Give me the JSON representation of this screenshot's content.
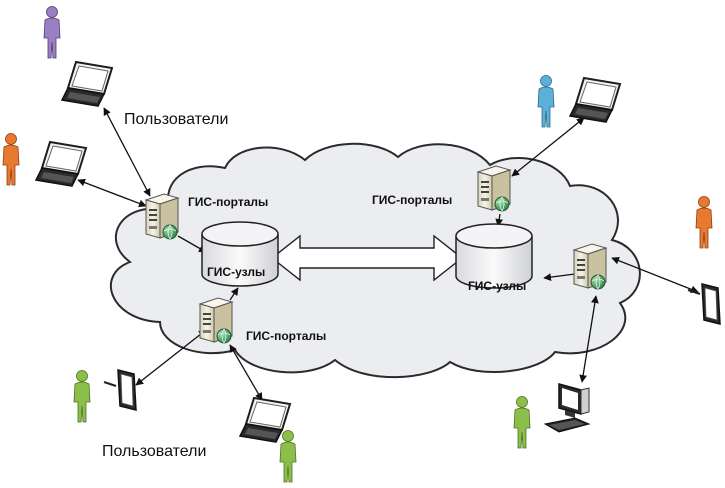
{
  "labels": {
    "portals_top_left": "ГИС-порталы",
    "portals_top_right": "ГИС-порталы",
    "portals_bottom": "ГИС-порталы",
    "nodes_left": "ГИС-узлы",
    "nodes_right": "ГИС-узлы",
    "users_top": "Пользователи",
    "users_bottom": "Пользователи"
  },
  "colors": {
    "cloud_fill": "#ecedf1",
    "cloud_stroke": "#2b2b2b",
    "person_purple": "#9b7fc4",
    "person_orange": "#e8792e",
    "person_blue": "#5ab0d8",
    "person_green": "#8bbf4a",
    "server_body": "#ede9d8",
    "globe": "#3f9a5a"
  },
  "icons": {
    "person": "person-icon",
    "laptop": "laptop-icon",
    "tablet": "tablet-icon",
    "desktop": "desktop-computer-icon",
    "server": "server-icon",
    "database": "database-cylinder-icon"
  }
}
